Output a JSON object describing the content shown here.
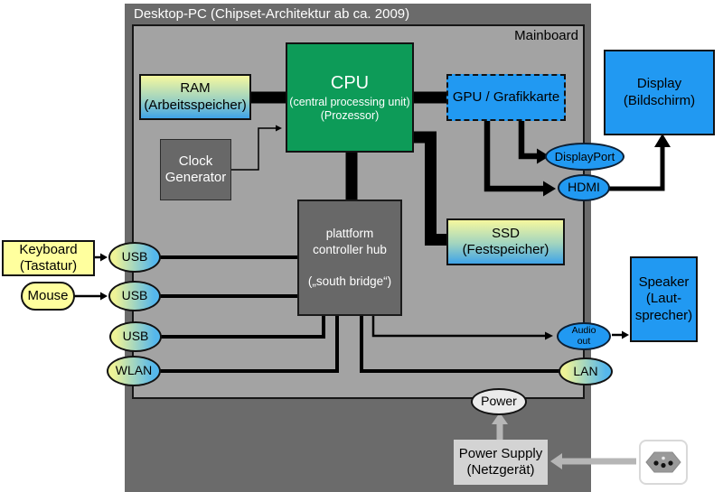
{
  "title": "Desktop-PC (Chipset-Architektur ab ca. 2009)",
  "mainboard_label": "Mainboard",
  "colors": {
    "green": "#0d9b58",
    "blue": "#2199f2",
    "yellow": "#ffff9e",
    "dark_gray": "#6b6b6b",
    "board_gray": "#a3a3a3",
    "box_gray": "#686868",
    "light_gray": "#d3d3d3",
    "arrow_gray": "#b6b6b6",
    "gradient_yellow": "#f6f89e",
    "gradient_blue": "#3fa3e8"
  },
  "nodes": {
    "cpu": {
      "line1": "CPU",
      "line2": "(central processing unit)",
      "line3": "(Prozessor)"
    },
    "ram": {
      "line1": "RAM",
      "line2": "(Arbeitsspeicher)"
    },
    "clock": {
      "line1": "Clock",
      "line2": "Generator"
    },
    "gpu": {
      "label": "GPU / Grafikkarte"
    },
    "ssd": {
      "line1": "SSD",
      "line2": "(Festspeicher)"
    },
    "pch": {
      "line1": "plattform",
      "line2": "controller hub",
      "line3": "(„south bridge“)"
    },
    "display": {
      "line1": "Display",
      "line2": "(Bildschirm)"
    },
    "speaker": {
      "line1": "Speaker",
      "line2": "(Laut-",
      "line3": "sprecher)"
    },
    "keyboard": {
      "line1": "Keyboard",
      "line2": "(Tastatur)"
    },
    "mouse": {
      "label": "Mouse"
    },
    "usb1": {
      "label": "USB"
    },
    "usb2": {
      "label": "USB"
    },
    "usb3": {
      "label": "USB"
    },
    "wlan": {
      "label": "WLAN"
    },
    "displayport": {
      "label": "DisplayPort"
    },
    "hdmi": {
      "label": "HDMI"
    },
    "audio": {
      "line1": "Audio",
      "line2": "out"
    },
    "lan": {
      "label": "LAN"
    },
    "power": {
      "label": "Power"
    },
    "psu": {
      "line1": "Power Supply",
      "line2": "(Netzgerät)"
    }
  }
}
